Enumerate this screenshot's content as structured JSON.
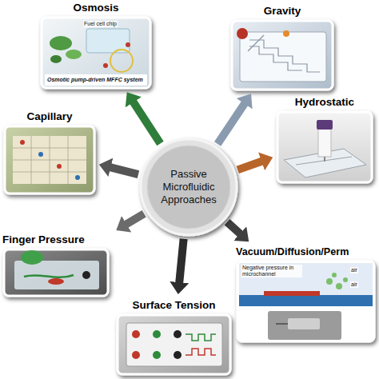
{
  "diagram": {
    "nodes": [
      {
        "text": [
          "Passive Microfluidic Approaches"
        ]
      },
      {
        "text": [
          "Osmosis"
        ]
      },
      {
        "text": [
          "Gravity"
        ]
      },
      {
        "text": [
          "Hydrostatic"
        ]
      },
      {
        "text": [
          "Vacuum/Diffusion/Perm"
        ]
      },
      {
        "text": [
          "Surface Tension"
        ]
      },
      {
        "text": [
          "Finger Pressure"
        ]
      },
      {
        "text": [
          "Capillary"
        ]
      }
    ],
    "edges": [
      {
        "from": 0,
        "to": 1,
        "arrow": "to"
      },
      {
        "from": 0,
        "to": 2,
        "arrow": "to"
      },
      {
        "from": 0,
        "to": 3,
        "arrow": "to"
      },
      {
        "from": 0,
        "to": 4,
        "arrow": "to"
      },
      {
        "from": 0,
        "to": 5,
        "arrow": "to"
      },
      {
        "from": 0,
        "to": 6,
        "arrow": "to"
      },
      {
        "from": 0,
        "to": 7,
        "arrow": "to"
      }
    ],
    "labels": [
      "Fuel cell chip",
      "Osmotic pump-driven MFFC system",
      "Negative pressure in microchannel",
      "air",
      "air"
    ]
  }
}
